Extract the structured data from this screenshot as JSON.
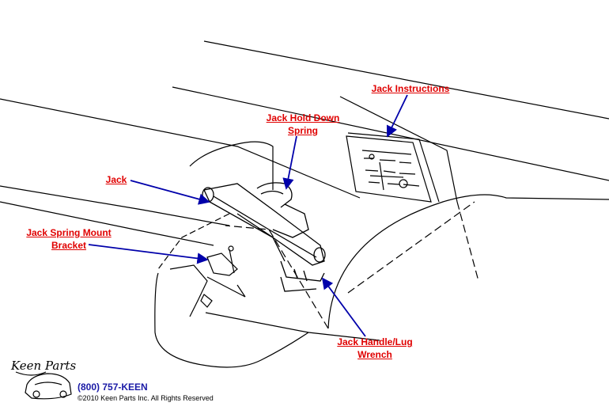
{
  "callouts": {
    "jack_instructions": "Jack Instructions",
    "jack_hold_down_spring_line1": "Jack Hold Down",
    "jack_hold_down_spring_line2": "Spring",
    "jack": "Jack",
    "jack_spring_mount_bracket_line1": "Jack Spring Mount",
    "jack_spring_mount_bracket_line2": "Bracket",
    "jack_handle_lug_wrench_line1": "Jack Handle/Lug",
    "jack_handle_lug_wrench_line2": "Wrench"
  },
  "footer": {
    "logo_text": "Keen Parts",
    "phone": "(800) 757-KEEN",
    "copyright": "©2010 Keen Parts Inc. All Rights Reserved"
  },
  "colors": {
    "label": "#e00000",
    "leader": "#0000aa",
    "drawing": "#000000",
    "phone": "#1a1aa6"
  }
}
